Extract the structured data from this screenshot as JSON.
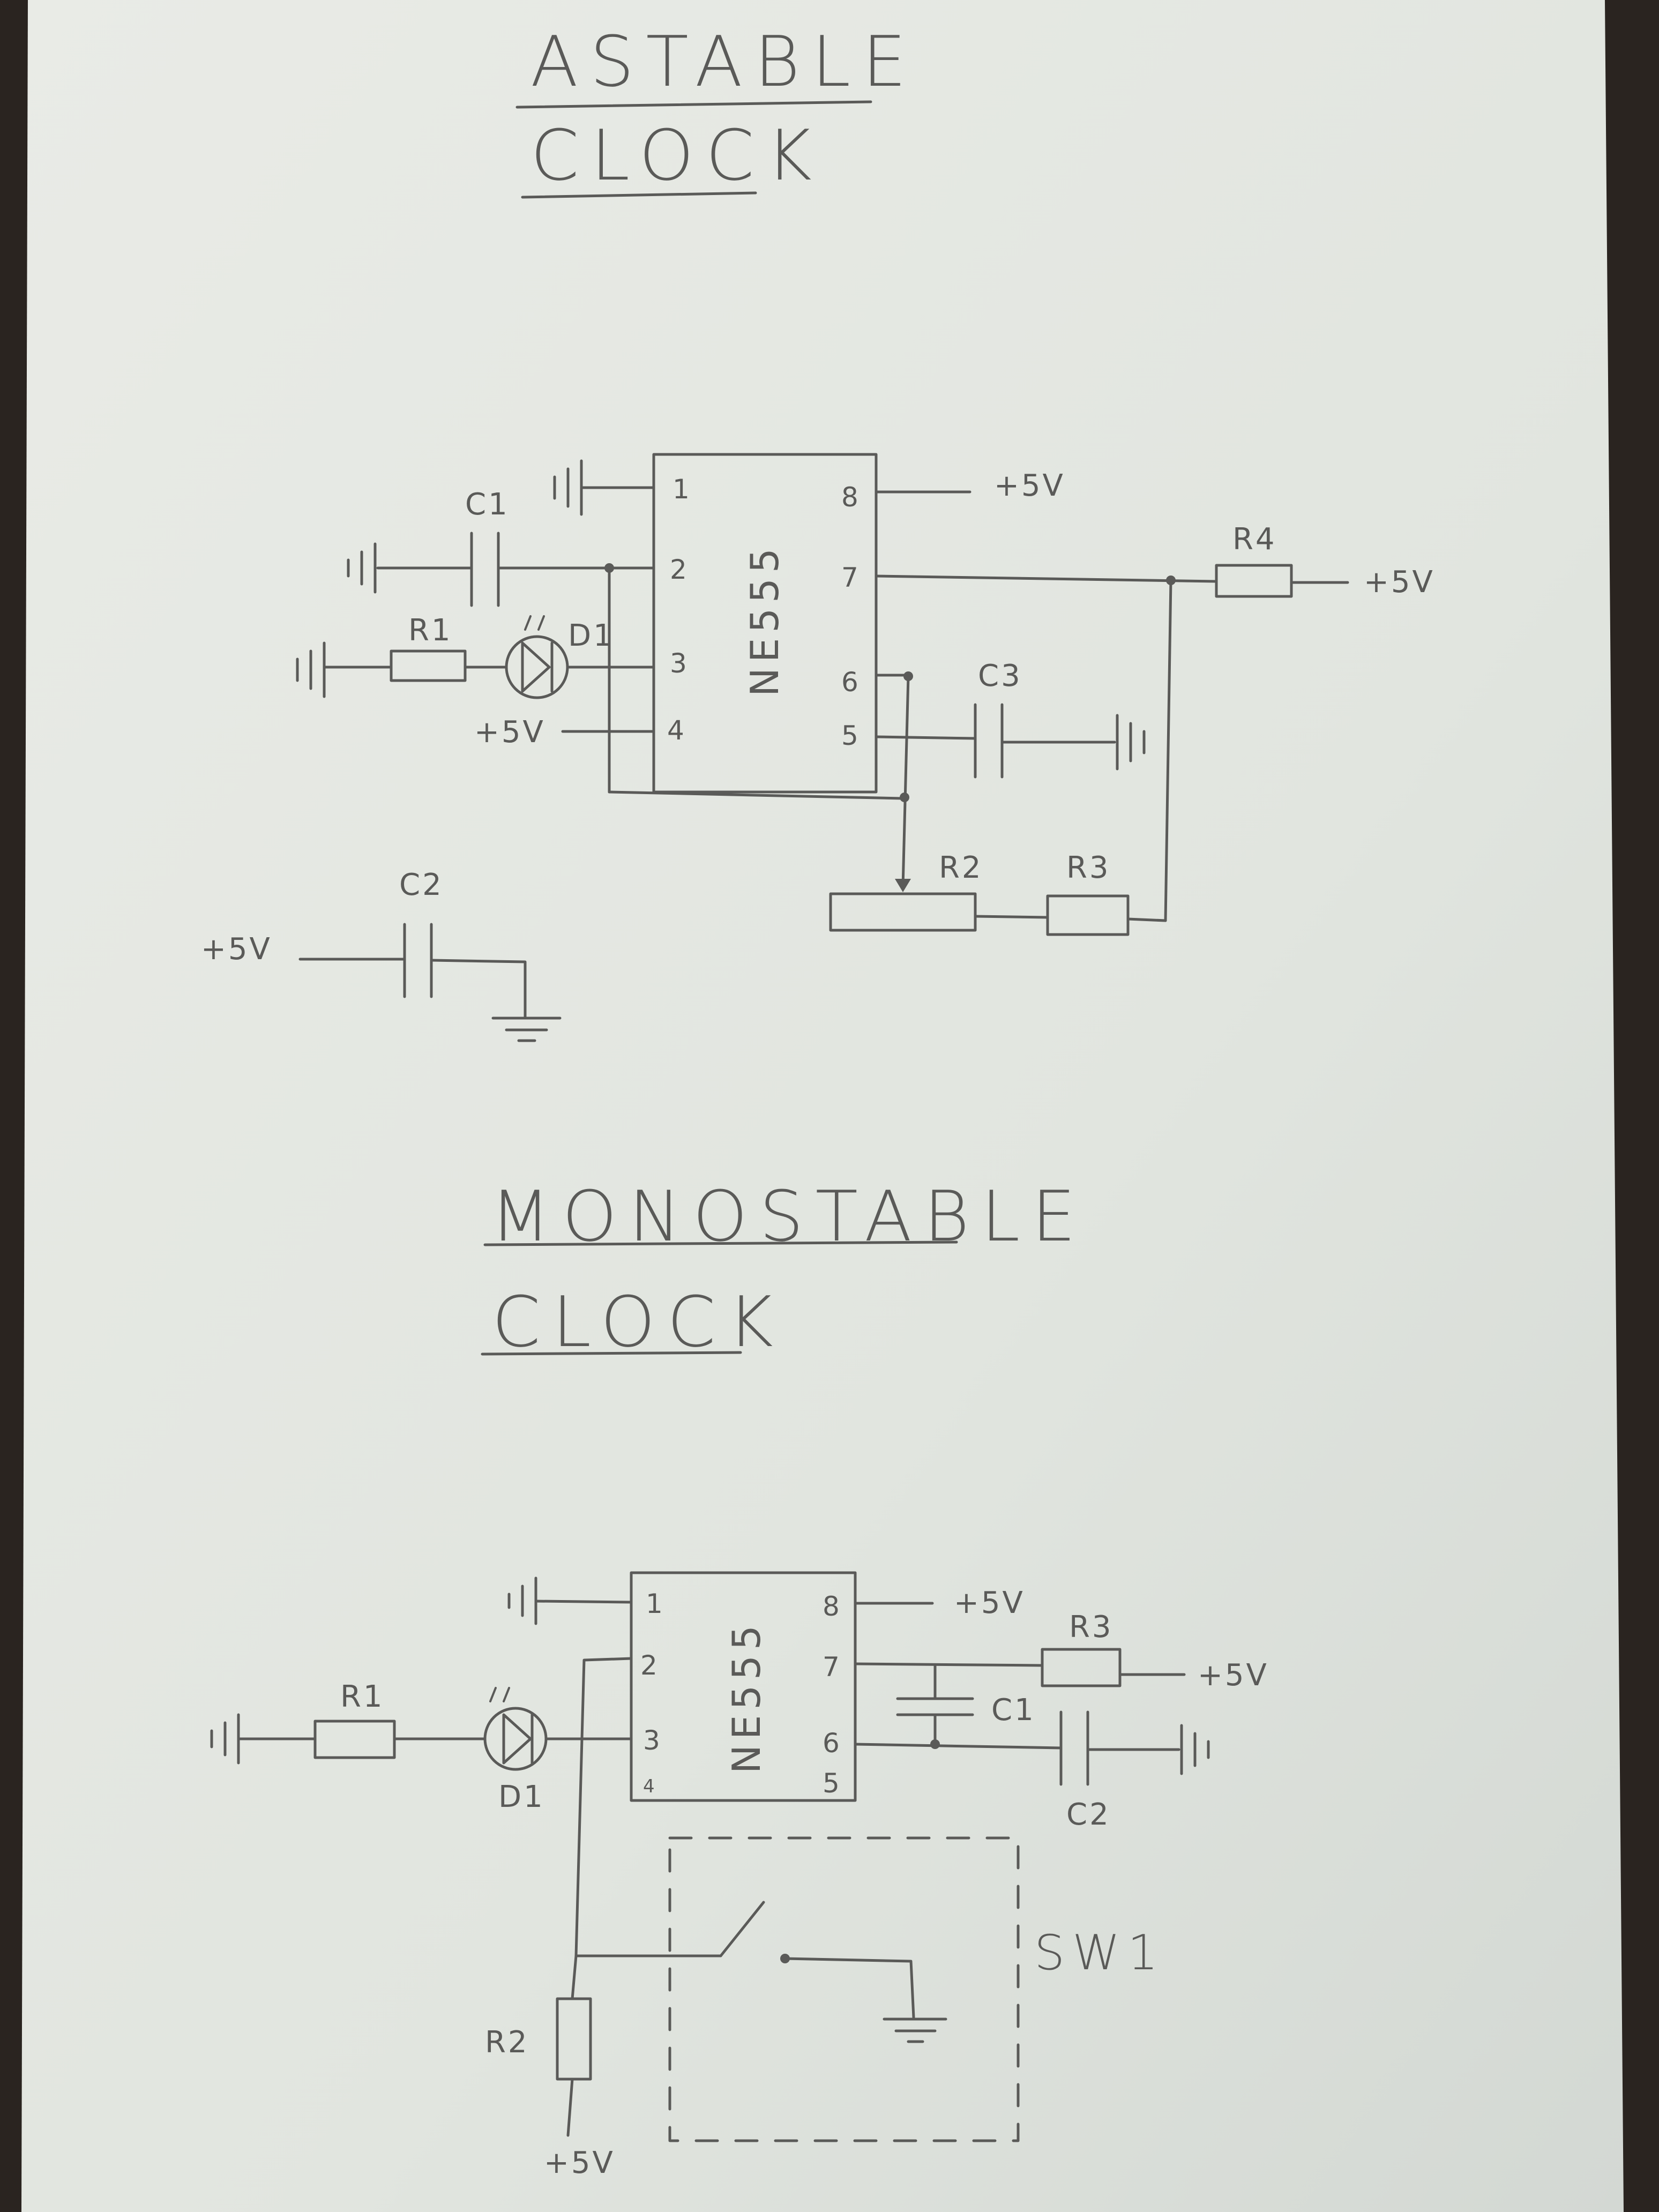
{
  "astable": {
    "title_line1": "ASTABLE",
    "title_line2": "CLOCK",
    "chip": "NE555",
    "pins": [
      "1",
      "2",
      "3",
      "4",
      "5",
      "6",
      "7",
      "8"
    ],
    "labels": {
      "c1": "C1",
      "r1": "R1",
      "d1": "D1",
      "vcc_pin8": "+5V",
      "vcc_pin4": "+5V",
      "vcc_r4": "+5V",
      "r4": "R4",
      "c3": "C3",
      "r2": "R2",
      "r3": "R3",
      "c2": "C2",
      "vcc_c2": "+5V"
    }
  },
  "monostable": {
    "title_line1": "MONOSTABLE",
    "title_line2": "CLOCK",
    "chip": "NE555",
    "pins": [
      "1",
      "2",
      "3",
      "4",
      "5",
      "6",
      "7",
      "8"
    ],
    "labels": {
      "r1": "R1",
      "d1": "D1",
      "vcc_pin8": "+5V",
      "r3": "R3",
      "vcc_r3": "+5V",
      "c1": "C1",
      "c2": "C2",
      "sw1": "SW1",
      "r2": "R2",
      "vcc_r2": "+5V"
    }
  },
  "colors": {
    "paper": "#e4e7e1",
    "ink": "#5a5a58",
    "background": "#2a2420"
  }
}
